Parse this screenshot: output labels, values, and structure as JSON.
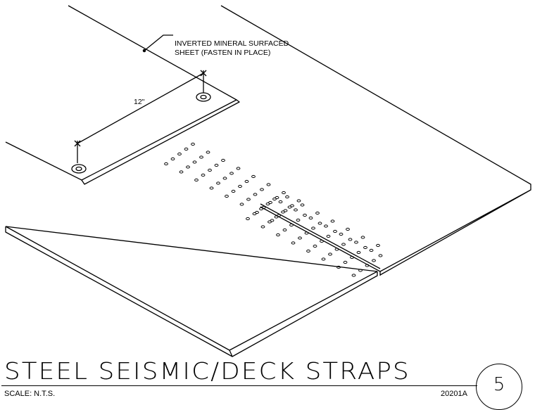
{
  "diagram": {
    "callout_line1": "INVERTED MINERAL SURFACED",
    "callout_line2": "SHEET (FASTEN IN PLACE)",
    "dimension_label": "12\""
  },
  "title_block": {
    "title": "STEEL SEISMIC/DECK STRAPS",
    "scale": "SCALE: N.T.S.",
    "drawing_number": "20201A",
    "detail_number": "5"
  }
}
